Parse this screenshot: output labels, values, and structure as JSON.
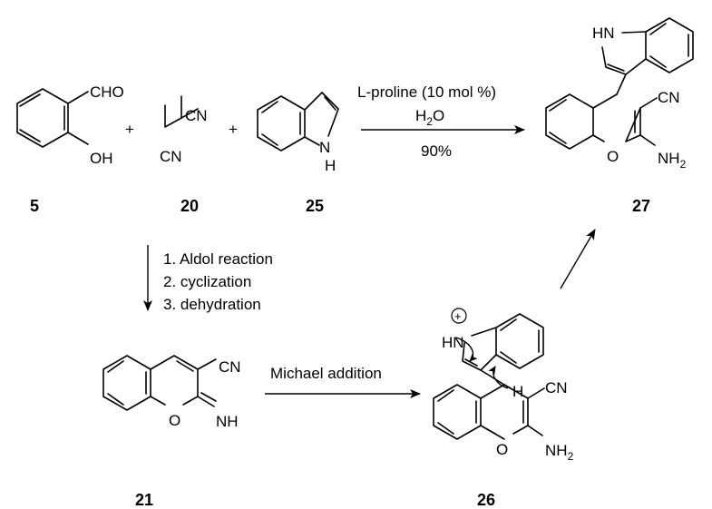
{
  "atoms": {
    "cho": "CHO",
    "oh": "OH",
    "cn": "CN",
    "nh": "NH",
    "h": "H",
    "n": "N",
    "o": "O",
    "hn": "HN",
    "nh2_main": "NH",
    "nh2_sub": "2",
    "plus": "+"
  },
  "compounds": {
    "c5": "5",
    "c20": "20",
    "c25": "25",
    "c27": "27",
    "c21": "21",
    "c26": "26"
  },
  "conditions": {
    "catalyst": "L-proline (10 mol %)",
    "solvent_main": "H",
    "solvent_sub": "2",
    "solvent_end": "O",
    "yield": "90%",
    "step1": "1. Aldol reaction",
    "step2": "2. cyclization",
    "step3": "3. dehydration",
    "michael": "Michael addition"
  },
  "charges": {
    "positive": "+"
  }
}
